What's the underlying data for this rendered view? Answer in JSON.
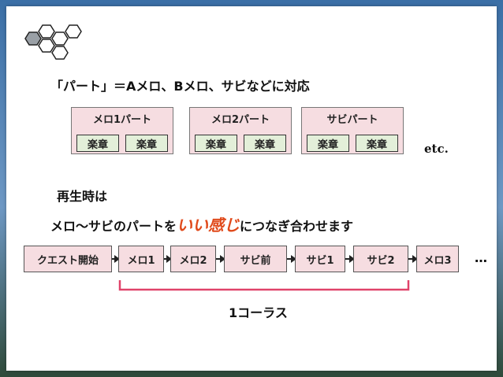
{
  "headline": "「パート」＝Aメロ、Bメロ、サビなどに対応",
  "parts": [
    {
      "title": "メロ1パート",
      "chips": [
        "楽章",
        "楽章"
      ]
    },
    {
      "title": "メロ2パート",
      "chips": [
        "楽章",
        "楽章"
      ]
    },
    {
      "title": "サビパート",
      "chips": [
        "楽章",
        "楽章"
      ]
    }
  ],
  "etc_label": "etc.",
  "playback_label": "再生時は",
  "connect": {
    "prefix": "メロ～サビのパートを",
    "highlight": "いい感じ",
    "suffix": "につなぎ合わせます"
  },
  "flow": [
    "クエスト開始",
    "メロ1",
    "メロ2",
    "サビ前",
    "サビ1",
    "サビ2",
    "メロ3"
  ],
  "ellipsis": "…",
  "chorus_label": "1コーラス",
  "colors": {
    "box_fill": "#f6dde1",
    "chip_fill": "#e3efd9",
    "highlight": "#e04a1b",
    "bracket": "#e0436a"
  }
}
